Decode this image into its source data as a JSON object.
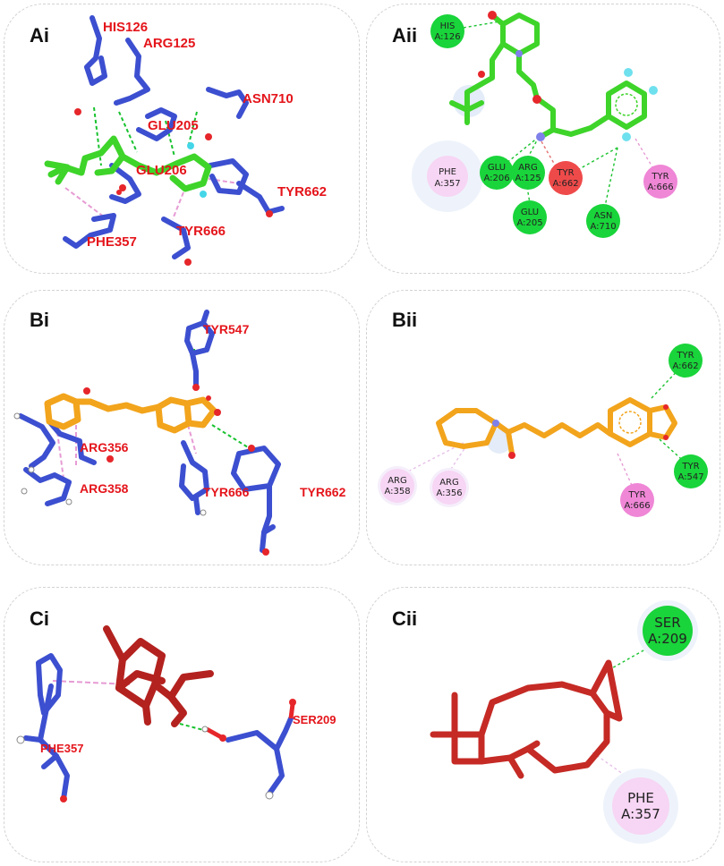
{
  "panels": {
    "ai": {
      "label": "Ai",
      "residues": [
        "HIS126",
        "ARG125",
        "ASN710",
        "GLU205",
        "GLU206",
        "TYR662",
        "TYR666",
        "PHE357"
      ]
    },
    "aii": {
      "label": "Aii",
      "circles": [
        {
          "l1": "HIS",
          "l2": "A:126"
        },
        {
          "l1": "PHE",
          "l2": "A:357"
        },
        {
          "l1": "GLU",
          "l2": "A:206"
        },
        {
          "l1": "ARG",
          "l2": "A:125"
        },
        {
          "l1": "TYR",
          "l2": "A:662"
        },
        {
          "l1": "TYR",
          "l2": "A:666"
        },
        {
          "l1": "GLU",
          "l2": "A:205"
        },
        {
          "l1": "ASN",
          "l2": "A:710"
        }
      ]
    },
    "bi": {
      "label": "Bi",
      "residues": [
        "TYR547",
        "ARG356",
        "ARG358",
        "TYR666",
        "TYR662"
      ]
    },
    "bii": {
      "label": "Bii",
      "circles": [
        {
          "l1": "TYR",
          "l2": "A:662"
        },
        {
          "l1": "TYR",
          "l2": "A:547"
        },
        {
          "l1": "ARG",
          "l2": "A:358"
        },
        {
          "l1": "ARG",
          "l2": "A:356"
        },
        {
          "l1": "TYR",
          "l2": "A:666"
        }
      ]
    },
    "ci": {
      "label": "Ci",
      "residues": [
        "PHE357",
        "SER209"
      ]
    },
    "cii": {
      "label": "Cii",
      "circles": [
        {
          "l1": "SER",
          "l2": "A:209"
        },
        {
          "l1": "PHE",
          "l2": "A:357"
        }
      ]
    }
  },
  "colors": {
    "hbond_green": "#18c22e",
    "pi_pink": "#e69bd4",
    "residue_blue": "#3c4fd0",
    "ligand_green": "#3ed42a",
    "ligand_orange": "#f2a41c",
    "ligand_red": "#b3221f",
    "label_red": "#e4151b"
  }
}
